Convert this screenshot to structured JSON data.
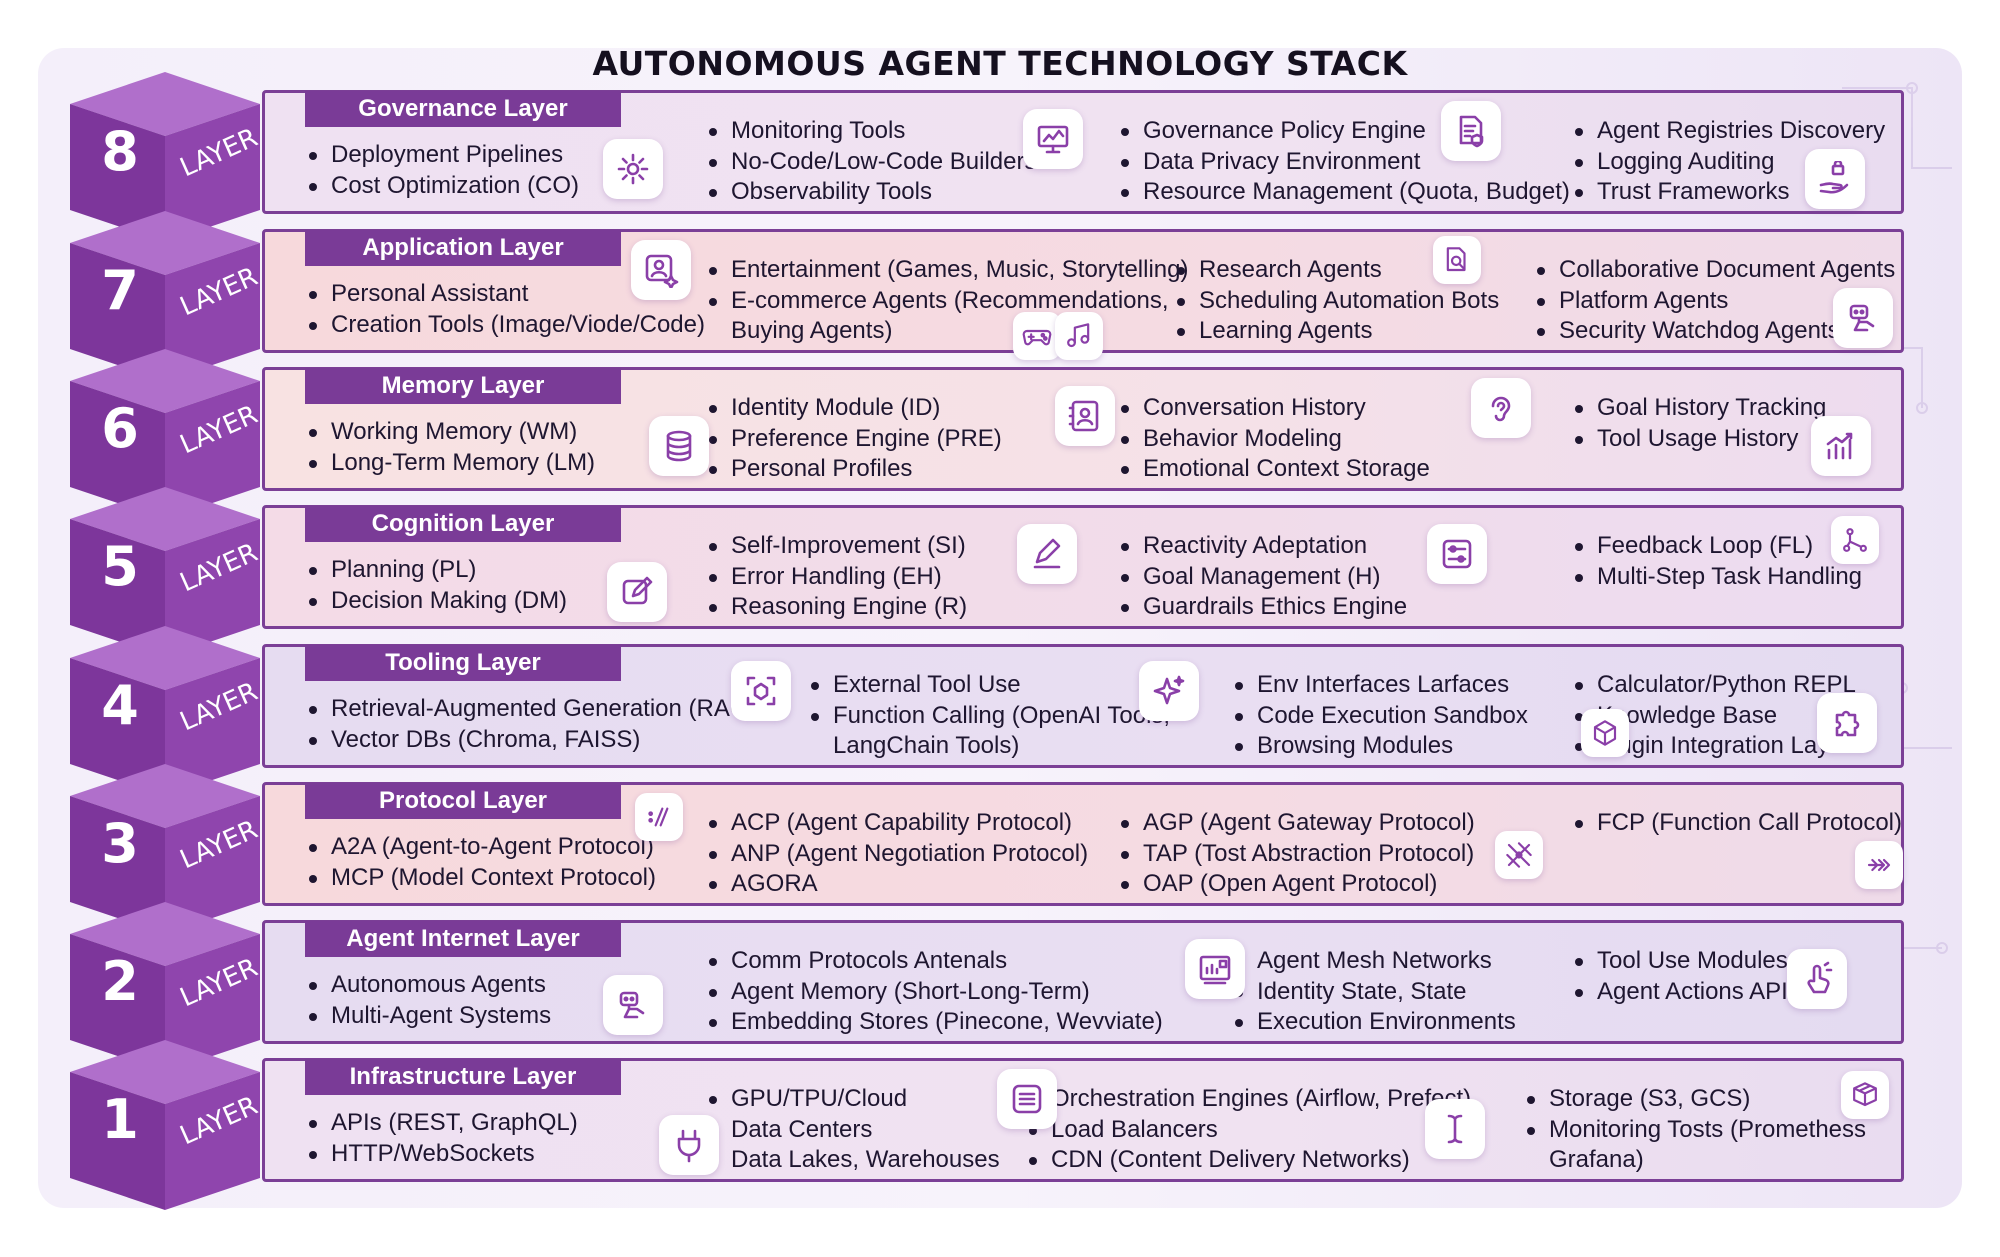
{
  "title": "AUTONOMOUS AGENT TECHNOLOGY STACK",
  "layer_word": "LAYER",
  "colors": {
    "cube": "#8a3fa8",
    "cube_dark": "#6b2c86",
    "tag": "#7a3b97",
    "border": "#7b3f96"
  },
  "layers": [
    {
      "num": "8",
      "name": "Governance Layer",
      "col1": [
        "Deployment Pipelines",
        "Cost Optimization (CO)"
      ],
      "col2": [
        "Monitoring Tools",
        "No-Code/Low-Code Builders",
        "Observability Tools"
      ],
      "col3": [
        "Governance Policy Engine",
        "Data Privacy Environment",
        "Resource Management (Quota, Budget)"
      ],
      "col4": [
        "Agent Registries Discovery",
        "Logging Auditing",
        "Trust Frameworks"
      ],
      "icons": [
        "gear-icon",
        "monitor-chart-icon",
        "policy-document-icon",
        "hand-lock-icon"
      ]
    },
    {
      "num": "7",
      "name": "Application Layer",
      "col1": [
        "Personal Assistant",
        "Creation Tools (Image/Viode/Code)"
      ],
      "col2": [
        "Entertainment (Games, Music, Storytelling)",
        "E-commerce Agents (Recommendations,",
        "Buying Agents)"
      ],
      "col3": [
        "Research Agents",
        "Scheduling Automation Bots",
        "Learning Agents"
      ],
      "col4": [
        "Collaborative Document Agents",
        "Platform Agents",
        "Security Watchdog Agents"
      ],
      "icons": [
        "user-sparkle-icon",
        "gamepad-icon",
        "music-note-icon",
        "document-search-icon",
        "robot-hand-icon"
      ]
    },
    {
      "num": "6",
      "name": "Memory Layer",
      "col1": [
        "Working Memory (WM)",
        "Long-Term Memory (LM)"
      ],
      "col2": [
        "Identity Module (ID)",
        "Preference Engine (PRE)",
        "Personal Profiles"
      ],
      "col3": [
        "Conversation History",
        "Behavior Modeling",
        "Emotional Context Storage"
      ],
      "col4": [
        "Goal History Tracking",
        "Tool Usage History"
      ],
      "icons": [
        "database-icon",
        "profile-card-icon",
        "ear-icon",
        "bar-growth-icon"
      ]
    },
    {
      "num": "5",
      "name": "Cognition Layer",
      "col1": [
        "Planning (PL)",
        "Decision Making (DM)"
      ],
      "col2": [
        "Self-Improvement (SI)",
        "Error Handling (EH)",
        "Reasoning Engine (R)"
      ],
      "col3": [
        "Reactivity Adeptation",
        "Goal Management (H)",
        "Guardrails Ethics Engine"
      ],
      "col4": [
        "Feedback Loop (FL)",
        "Multi-Step Task Handling"
      ],
      "icons": [
        "edit-square-icon",
        "pencil-icon",
        "sliders-icon",
        "flow-nodes-icon"
      ]
    },
    {
      "num": "4",
      "name": "Tooling Layer",
      "col1": [
        "Retrieval-Augmented Generation (RAG)",
        "Vector DBs (Chroma, FAISS)"
      ],
      "col2": [
        "External Tool Use",
        "Function Calling (OpenAI Tools,",
        "LangChain Tools)"
      ],
      "col3": [
        "Env Interfaces Larfaces",
        "Code Execution Sandbox",
        "Browsing Modules"
      ],
      "col4": [
        "Calculator/Python REPL",
        "Knowledge Base",
        "Plugin Integration Layer"
      ],
      "icons": [
        "scan-target-icon",
        "sparkle-icon",
        "cube-icon",
        "puzzle-icon"
      ]
    },
    {
      "num": "3",
      "name": "Protocol Layer",
      "col1": [
        "A2A (Agent-to-Agent Protocol)",
        "MCP (Model Context Protocol)"
      ],
      "col2": [
        "ACP (Agent Capability Protocol)",
        "ANP (Agent Negotiation Protocol)",
        "AGORA"
      ],
      "col3": [
        "AGP (Agent Gateway Protocol)",
        "TAP (Tost Abstraction Protocol)",
        "OAP (Open Agent Protocol)"
      ],
      "col4": [
        "FCP (Function Call Protocol)"
      ],
      "icons": [
        "slashes-icon",
        "network-cross-icon",
        "arrows-right-icon"
      ]
    },
    {
      "num": "2",
      "name": "Agent Internet Layer",
      "col1": [
        "Autonomous Agents",
        "Multi-Agent Systems"
      ],
      "col2": [
        "Comm Protocols Antenals",
        "Agent Memory (Short-Long-Term)",
        "Embedding Stores (Pinecone, Wevviate)"
      ],
      "col3": [
        "Agent Mesh Networks",
        "Identity State, State",
        "Execution Environments"
      ],
      "col4": [
        "Tool Use Modules",
        "Agent Actions API"
      ],
      "icons": [
        "robot-hand-icon",
        "board-chart-icon",
        "hand-tap-icon"
      ]
    },
    {
      "num": "1",
      "name": "Infrastructure Layer",
      "col1": [
        "APIs (REST, GraphQL)",
        "HTTP/WebSockets"
      ],
      "col2": [
        "GPU/TPU/Cloud",
        "Data Centers",
        "Data Lakes, Warehouses"
      ],
      "col3": [
        "Orchestration Engines (Airflow, Prefect)",
        "Load Balancers",
        "CDN (Content Delivery Networks)"
      ],
      "col4": [
        "Storage (S3, GCS)",
        "Monitoring Tosts (Promethess",
        "Grafana)"
      ],
      "icons": [
        "plug-icon",
        "server-icon",
        "text-cursor-icon",
        "storage-box-icon"
      ]
    }
  ]
}
